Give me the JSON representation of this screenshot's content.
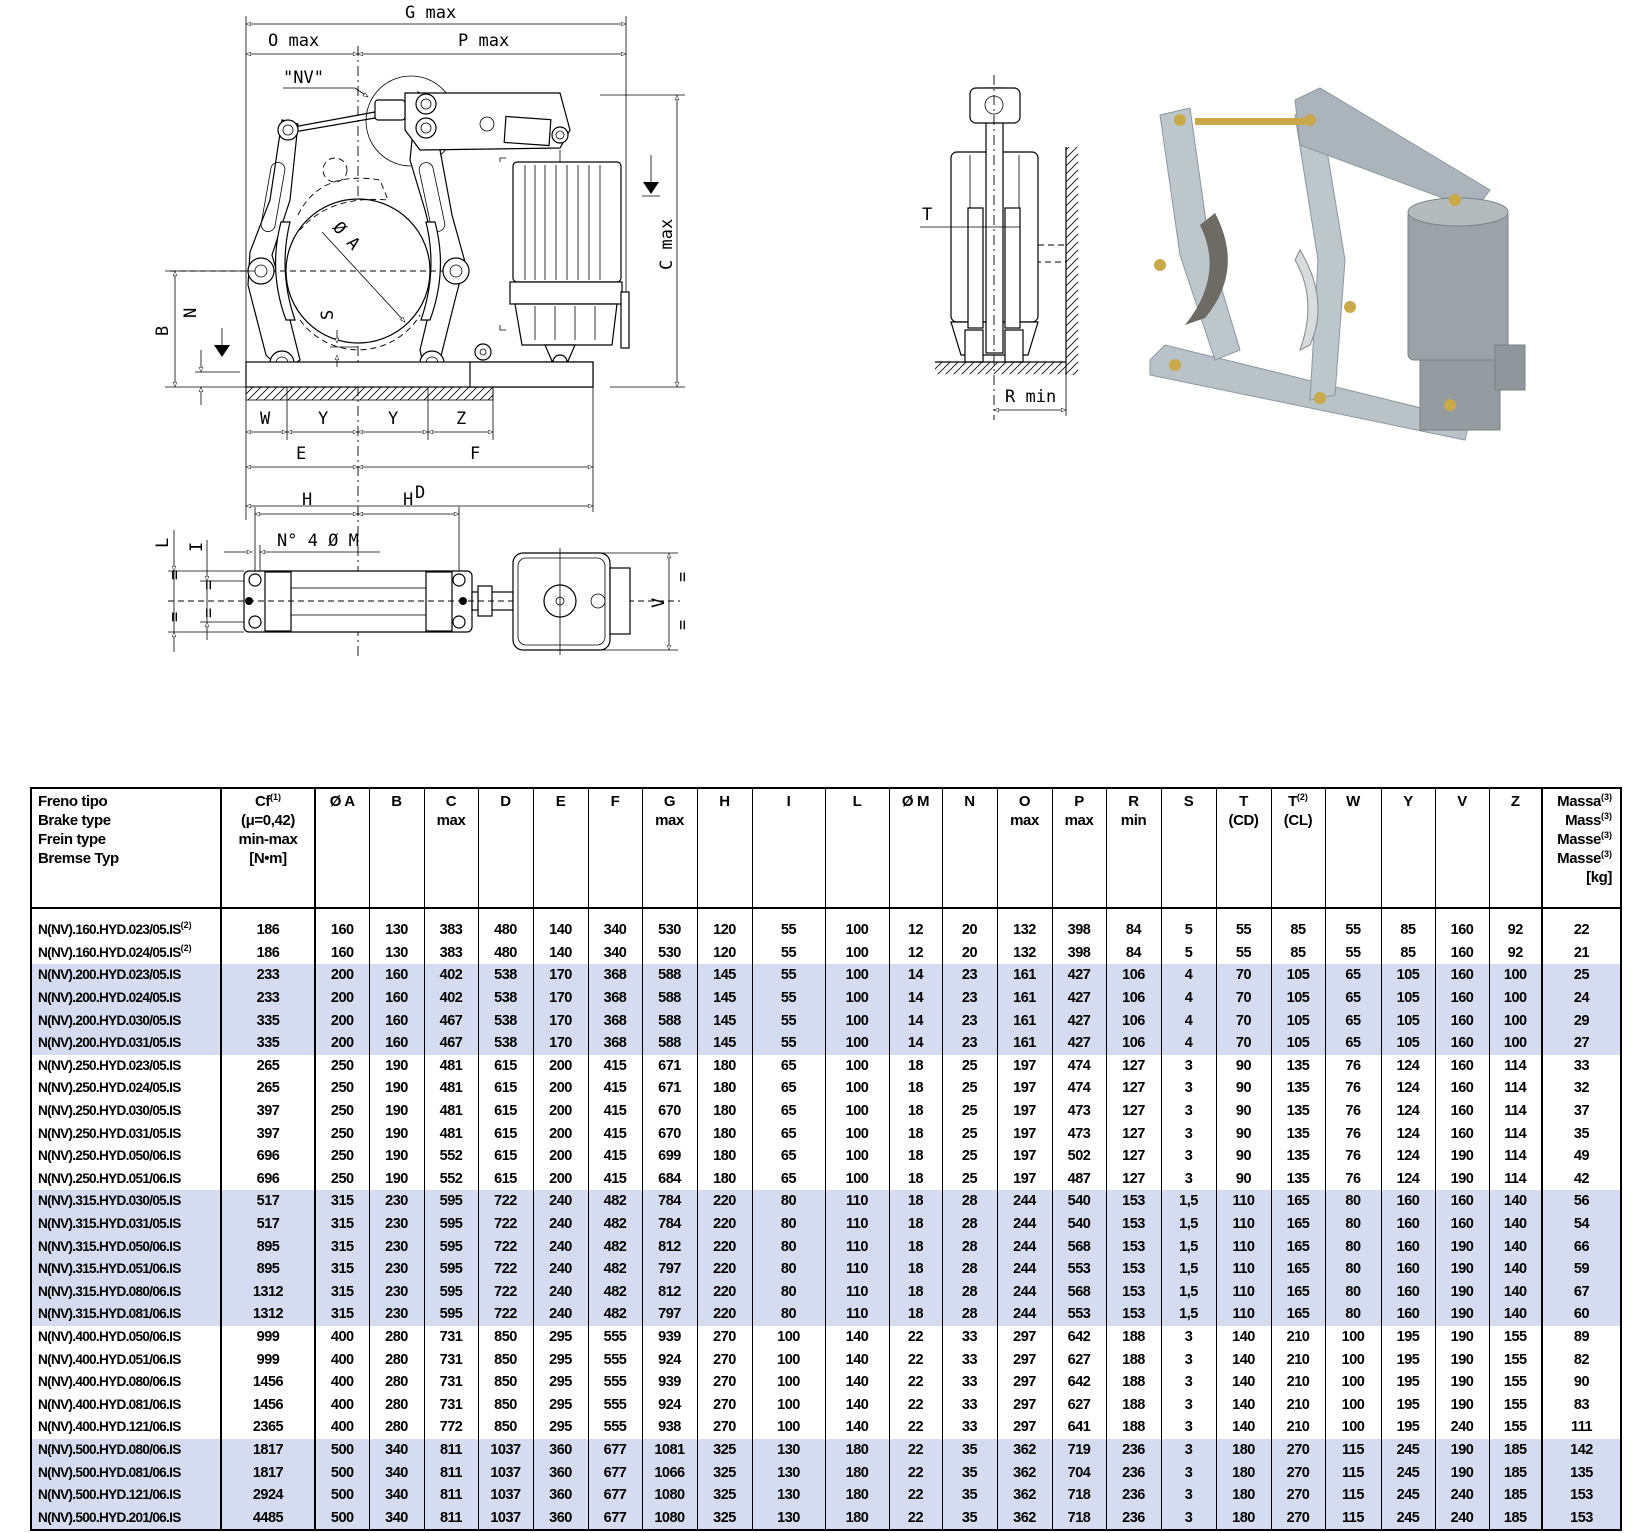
{
  "drawings": {
    "front": {
      "g_max": "G max",
      "o_max": "O max",
      "p_max": "P max",
      "nv": "\"NV\"",
      "diam_a": "Ø A",
      "c_max": "C max",
      "b": "B",
      "n": "N",
      "s": "S",
      "w": "W",
      "y1": "Y",
      "y2": "Y",
      "z": "Z",
      "e": "E",
      "f": "F",
      "d": "D"
    },
    "plan": {
      "h1": "H",
      "h2": "H",
      "holes": "N° 4 Ø M",
      "l": "L",
      "i": "I",
      "v": "V",
      "eq": "="
    },
    "side": {
      "t": "T",
      "r_min": "R min"
    }
  },
  "table": {
    "band_color": "#d5dcef",
    "headers": [
      {
        "lines": [
          "Freno tipo",
          "Brake type",
          "Frein type",
          "Bremse Typ"
        ]
      },
      {
        "lines": [
          "Cf",
          "(μ=0,42)",
          "min-max",
          "[N•m]"
        ],
        "sup": "(1)"
      },
      {
        "lines": [
          "Ø A"
        ]
      },
      {
        "lines": [
          "B"
        ]
      },
      {
        "lines": [
          "C",
          "max"
        ]
      },
      {
        "lines": [
          "D"
        ]
      },
      {
        "lines": [
          "E"
        ]
      },
      {
        "lines": [
          "F"
        ]
      },
      {
        "lines": [
          "G",
          "max"
        ]
      },
      {
        "lines": [
          "H"
        ]
      },
      {
        "lines": [
          "I"
        ]
      },
      {
        "lines": [
          "L"
        ]
      },
      {
        "lines": [
          "Ø M"
        ]
      },
      {
        "lines": [
          "N"
        ]
      },
      {
        "lines": [
          "O",
          "max"
        ]
      },
      {
        "lines": [
          "P",
          "max"
        ]
      },
      {
        "lines": [
          "R",
          "min"
        ]
      },
      {
        "lines": [
          "S"
        ]
      },
      {
        "lines": [
          "T",
          "(CD)"
        ]
      },
      {
        "lines": [
          "T",
          "(CL)"
        ],
        "sup": "(2)"
      },
      {
        "lines": [
          "W"
        ]
      },
      {
        "lines": [
          "Y"
        ]
      },
      {
        "lines": [
          "V"
        ]
      },
      {
        "lines": [
          "Z"
        ]
      },
      {
        "lines": [
          "Massa",
          "Mass",
          "Masse",
          "Masse",
          "[kg]"
        ],
        "sups": [
          "(3)",
          "(3)",
          "(3)",
          "(3)",
          ""
        ]
      }
    ],
    "rows": [
      {
        "name": "N(NV).160.HYD.023/05.IS",
        "sup": "(2)",
        "band": false,
        "values": [
          "186",
          "160",
          "130",
          "383",
          "480",
          "140",
          "340",
          "530",
          "120",
          "55",
          "100",
          "12",
          "20",
          "132",
          "398",
          "84",
          "5",
          "55",
          "85",
          "55",
          "85",
          "160",
          "92",
          "22"
        ]
      },
      {
        "name": "N(NV).160.HYD.024/05.IS",
        "sup": "(2)",
        "band": false,
        "values": [
          "186",
          "160",
          "130",
          "383",
          "480",
          "140",
          "340",
          "530",
          "120",
          "55",
          "100",
          "12",
          "20",
          "132",
          "398",
          "84",
          "5",
          "55",
          "85",
          "55",
          "85",
          "160",
          "92",
          "21"
        ]
      },
      {
        "name": "N(NV).200.HYD.023/05.IS",
        "band": true,
        "values": [
          "233",
          "200",
          "160",
          "402",
          "538",
          "170",
          "368",
          "588",
          "145",
          "55",
          "100",
          "14",
          "23",
          "161",
          "427",
          "106",
          "4",
          "70",
          "105",
          "65",
          "105",
          "160",
          "100",
          "25"
        ]
      },
      {
        "name": "N(NV).200.HYD.024/05.IS",
        "band": true,
        "values": [
          "233",
          "200",
          "160",
          "402",
          "538",
          "170",
          "368",
          "588",
          "145",
          "55",
          "100",
          "14",
          "23",
          "161",
          "427",
          "106",
          "4",
          "70",
          "105",
          "65",
          "105",
          "160",
          "100",
          "24"
        ]
      },
      {
        "name": "N(NV).200.HYD.030/05.IS",
        "band": true,
        "values": [
          "335",
          "200",
          "160",
          "467",
          "538",
          "170",
          "368",
          "588",
          "145",
          "55",
          "100",
          "14",
          "23",
          "161",
          "427",
          "106",
          "4",
          "70",
          "105",
          "65",
          "105",
          "160",
          "100",
          "29"
        ]
      },
      {
        "name": "N(NV).200.HYD.031/05.IS",
        "band": true,
        "values": [
          "335",
          "200",
          "160",
          "467",
          "538",
          "170",
          "368",
          "588",
          "145",
          "55",
          "100",
          "14",
          "23",
          "161",
          "427",
          "106",
          "4",
          "70",
          "105",
          "65",
          "105",
          "160",
          "100",
          "27"
        ]
      },
      {
        "name": "N(NV).250.HYD.023/05.IS",
        "band": false,
        "values": [
          "265",
          "250",
          "190",
          "481",
          "615",
          "200",
          "415",
          "671",
          "180",
          "65",
          "100",
          "18",
          "25",
          "197",
          "474",
          "127",
          "3",
          "90",
          "135",
          "76",
          "124",
          "160",
          "114",
          "33"
        ]
      },
      {
        "name": "N(NV).250.HYD.024/05.IS",
        "band": false,
        "values": [
          "265",
          "250",
          "190",
          "481",
          "615",
          "200",
          "415",
          "671",
          "180",
          "65",
          "100",
          "18",
          "25",
          "197",
          "474",
          "127",
          "3",
          "90",
          "135",
          "76",
          "124",
          "160",
          "114",
          "32"
        ]
      },
      {
        "name": "N(NV).250.HYD.030/05.IS",
        "band": false,
        "values": [
          "397",
          "250",
          "190",
          "481",
          "615",
          "200",
          "415",
          "670",
          "180",
          "65",
          "100",
          "18",
          "25",
          "197",
          "473",
          "127",
          "3",
          "90",
          "135",
          "76",
          "124",
          "160",
          "114",
          "37"
        ]
      },
      {
        "name": "N(NV).250.HYD.031/05.IS",
        "band": false,
        "values": [
          "397",
          "250",
          "190",
          "481",
          "615",
          "200",
          "415",
          "670",
          "180",
          "65",
          "100",
          "18",
          "25",
          "197",
          "473",
          "127",
          "3",
          "90",
          "135",
          "76",
          "124",
          "160",
          "114",
          "35"
        ]
      },
      {
        "name": "N(NV).250.HYD.050/06.IS",
        "band": false,
        "values": [
          "696",
          "250",
          "190",
          "552",
          "615",
          "200",
          "415",
          "699",
          "180",
          "65",
          "100",
          "18",
          "25",
          "197",
          "502",
          "127",
          "3",
          "90",
          "135",
          "76",
          "124",
          "190",
          "114",
          "49"
        ]
      },
      {
        "name": "N(NV).250.HYD.051/06.IS",
        "band": false,
        "values": [
          "696",
          "250",
          "190",
          "552",
          "615",
          "200",
          "415",
          "684",
          "180",
          "65",
          "100",
          "18",
          "25",
          "197",
          "487",
          "127",
          "3",
          "90",
          "135",
          "76",
          "124",
          "190",
          "114",
          "42"
        ]
      },
      {
        "name": "N(NV).315.HYD.030/05.IS",
        "band": true,
        "values": [
          "517",
          "315",
          "230",
          "595",
          "722",
          "240",
          "482",
          "784",
          "220",
          "80",
          "110",
          "18",
          "28",
          "244",
          "540",
          "153",
          "1,5",
          "110",
          "165",
          "80",
          "160",
          "160",
          "140",
          "56"
        ]
      },
      {
        "name": "N(NV).315.HYD.031/05.IS",
        "band": true,
        "values": [
          "517",
          "315",
          "230",
          "595",
          "722",
          "240",
          "482",
          "784",
          "220",
          "80",
          "110",
          "18",
          "28",
          "244",
          "540",
          "153",
          "1,5",
          "110",
          "165",
          "80",
          "160",
          "160",
          "140",
          "54"
        ]
      },
      {
        "name": "N(NV).315.HYD.050/06.IS",
        "band": true,
        "values": [
          "895",
          "315",
          "230",
          "595",
          "722",
          "240",
          "482",
          "812",
          "220",
          "80",
          "110",
          "18",
          "28",
          "244",
          "568",
          "153",
          "1,5",
          "110",
          "165",
          "80",
          "160",
          "190",
          "140",
          "66"
        ]
      },
      {
        "name": "N(NV).315.HYD.051/06.IS",
        "band": true,
        "values": [
          "895",
          "315",
          "230",
          "595",
          "722",
          "240",
          "482",
          "797",
          "220",
          "80",
          "110",
          "18",
          "28",
          "244",
          "553",
          "153",
          "1,5",
          "110",
          "165",
          "80",
          "160",
          "190",
          "140",
          "59"
        ]
      },
      {
        "name": "N(NV).315.HYD.080/06.IS",
        "band": true,
        "values": [
          "1312",
          "315",
          "230",
          "595",
          "722",
          "240",
          "482",
          "812",
          "220",
          "80",
          "110",
          "18",
          "28",
          "244",
          "568",
          "153",
          "1,5",
          "110",
          "165",
          "80",
          "160",
          "190",
          "140",
          "67"
        ]
      },
      {
        "name": "N(NV).315.HYD.081/06.IS",
        "band": true,
        "values": [
          "1312",
          "315",
          "230",
          "595",
          "722",
          "240",
          "482",
          "797",
          "220",
          "80",
          "110",
          "18",
          "28",
          "244",
          "553",
          "153",
          "1,5",
          "110",
          "165",
          "80",
          "160",
          "190",
          "140",
          "60"
        ]
      },
      {
        "name": "N(NV).400.HYD.050/06.IS",
        "band": false,
        "values": [
          "999",
          "400",
          "280",
          "731",
          "850",
          "295",
          "555",
          "939",
          "270",
          "100",
          "140",
          "22",
          "33",
          "297",
          "642",
          "188",
          "3",
          "140",
          "210",
          "100",
          "195",
          "190",
          "155",
          "89"
        ]
      },
      {
        "name": "N(NV).400.HYD.051/06.IS",
        "band": false,
        "values": [
          "999",
          "400",
          "280",
          "731",
          "850",
          "295",
          "555",
          "924",
          "270",
          "100",
          "140",
          "22",
          "33",
          "297",
          "627",
          "188",
          "3",
          "140",
          "210",
          "100",
          "195",
          "190",
          "155",
          "82"
        ]
      },
      {
        "name": "N(NV).400.HYD.080/06.IS",
        "band": false,
        "values": [
          "1456",
          "400",
          "280",
          "731",
          "850",
          "295",
          "555",
          "939",
          "270",
          "100",
          "140",
          "22",
          "33",
          "297",
          "642",
          "188",
          "3",
          "140",
          "210",
          "100",
          "195",
          "190",
          "155",
          "90"
        ]
      },
      {
        "name": "N(NV).400.HYD.081/06.IS",
        "band": false,
        "values": [
          "1456",
          "400",
          "280",
          "731",
          "850",
          "295",
          "555",
          "924",
          "270",
          "100",
          "140",
          "22",
          "33",
          "297",
          "627",
          "188",
          "3",
          "140",
          "210",
          "100",
          "195",
          "190",
          "155",
          "83"
        ]
      },
      {
        "name": "N(NV).400.HYD.121/06.IS",
        "band": false,
        "values": [
          "2365",
          "400",
          "280",
          "772",
          "850",
          "295",
          "555",
          "938",
          "270",
          "100",
          "140",
          "22",
          "33",
          "297",
          "641",
          "188",
          "3",
          "140",
          "210",
          "100",
          "195",
          "240",
          "155",
          "111"
        ]
      },
      {
        "name": "N(NV).500.HYD.080/06.IS",
        "band": true,
        "values": [
          "1817",
          "500",
          "340",
          "811",
          "1037",
          "360",
          "677",
          "1081",
          "325",
          "130",
          "180",
          "22",
          "35",
          "362",
          "719",
          "236",
          "3",
          "180",
          "270",
          "115",
          "245",
          "190",
          "185",
          "142"
        ]
      },
      {
        "name": "N(NV).500.HYD.081/06.IS",
        "band": true,
        "values": [
          "1817",
          "500",
          "340",
          "811",
          "1037",
          "360",
          "677",
          "1066",
          "325",
          "130",
          "180",
          "22",
          "35",
          "362",
          "704",
          "236",
          "3",
          "180",
          "270",
          "115",
          "245",
          "190",
          "185",
          "135"
        ]
      },
      {
        "name": "N(NV).500.HYD.121/06.IS",
        "band": true,
        "values": [
          "2924",
          "500",
          "340",
          "811",
          "1037",
          "360",
          "677",
          "1080",
          "325",
          "130",
          "180",
          "22",
          "35",
          "362",
          "718",
          "236",
          "3",
          "180",
          "270",
          "115",
          "245",
          "240",
          "185",
          "153"
        ]
      },
      {
        "name": "N(NV).500.HYD.201/06.IS",
        "band": true,
        "values": [
          "4485",
          "500",
          "340",
          "811",
          "1037",
          "360",
          "677",
          "1080",
          "325",
          "130",
          "180",
          "22",
          "35",
          "362",
          "718",
          "236",
          "3",
          "180",
          "270",
          "115",
          "245",
          "240",
          "185",
          "153"
        ]
      }
    ]
  }
}
